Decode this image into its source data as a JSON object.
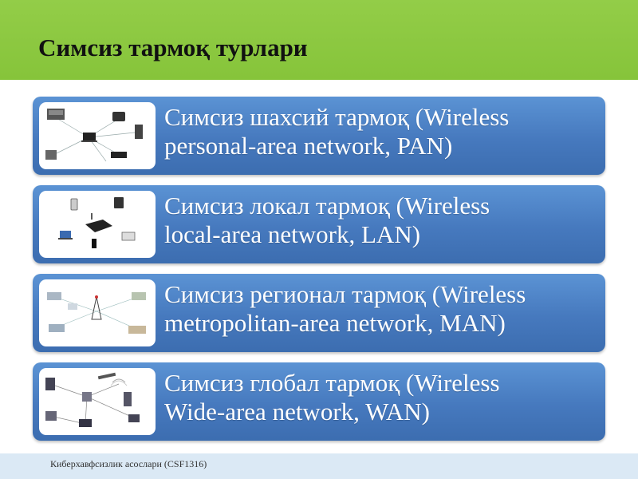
{
  "header": {
    "title": "Симсиз тармоқ турлари"
  },
  "items": [
    {
      "line1": "Симсиз шахсий тармоқ (Wireless",
      "line2": "personal-area network, PAN)",
      "icon": "pan-diagram-icon"
    },
    {
      "line1": "Симсиз локал тармоқ (Wireless",
      "line2": "local-area network, LAN)",
      "icon": "lan-diagram-icon"
    },
    {
      "line1": "Симсиз регионал тармоқ (Wireless",
      "line2": "metropolitan-area network, MAN)",
      "icon": "man-diagram-icon"
    },
    {
      "line1": "Симсиз глобал тармоқ (Wireless",
      "line2": "Wide-area network, WAN)",
      "icon": "wan-diagram-icon"
    }
  ],
  "footer": {
    "text": "Киберхавфсизлик асослари (CSF1316)"
  },
  "colors": {
    "header": "#8ac83f",
    "item": "#4a7fc3",
    "footer": "#dbe9f5"
  }
}
